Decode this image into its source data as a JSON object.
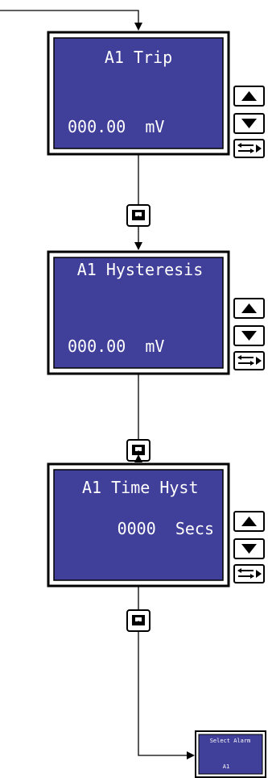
{
  "screens": [
    {
      "title": "A1 Trip",
      "value": "000.00 mV",
      "value_align": "left"
    },
    {
      "title": "A1 Hysteresis",
      "value": "000.00 mV",
      "value_align": "left"
    },
    {
      "title": "A1 Time Hyst",
      "value": "0000 Secs",
      "value_align": "right"
    }
  ],
  "target_screen": {
    "title": "Select Alarm",
    "value": "A1"
  },
  "buttons": [
    "up-arrow-icon",
    "down-arrow-icon",
    "enter-icon"
  ],
  "connector_button": "return-icon",
  "colors": {
    "lcd": "#403f99",
    "line": "#000000",
    "frame": "#000000"
  }
}
